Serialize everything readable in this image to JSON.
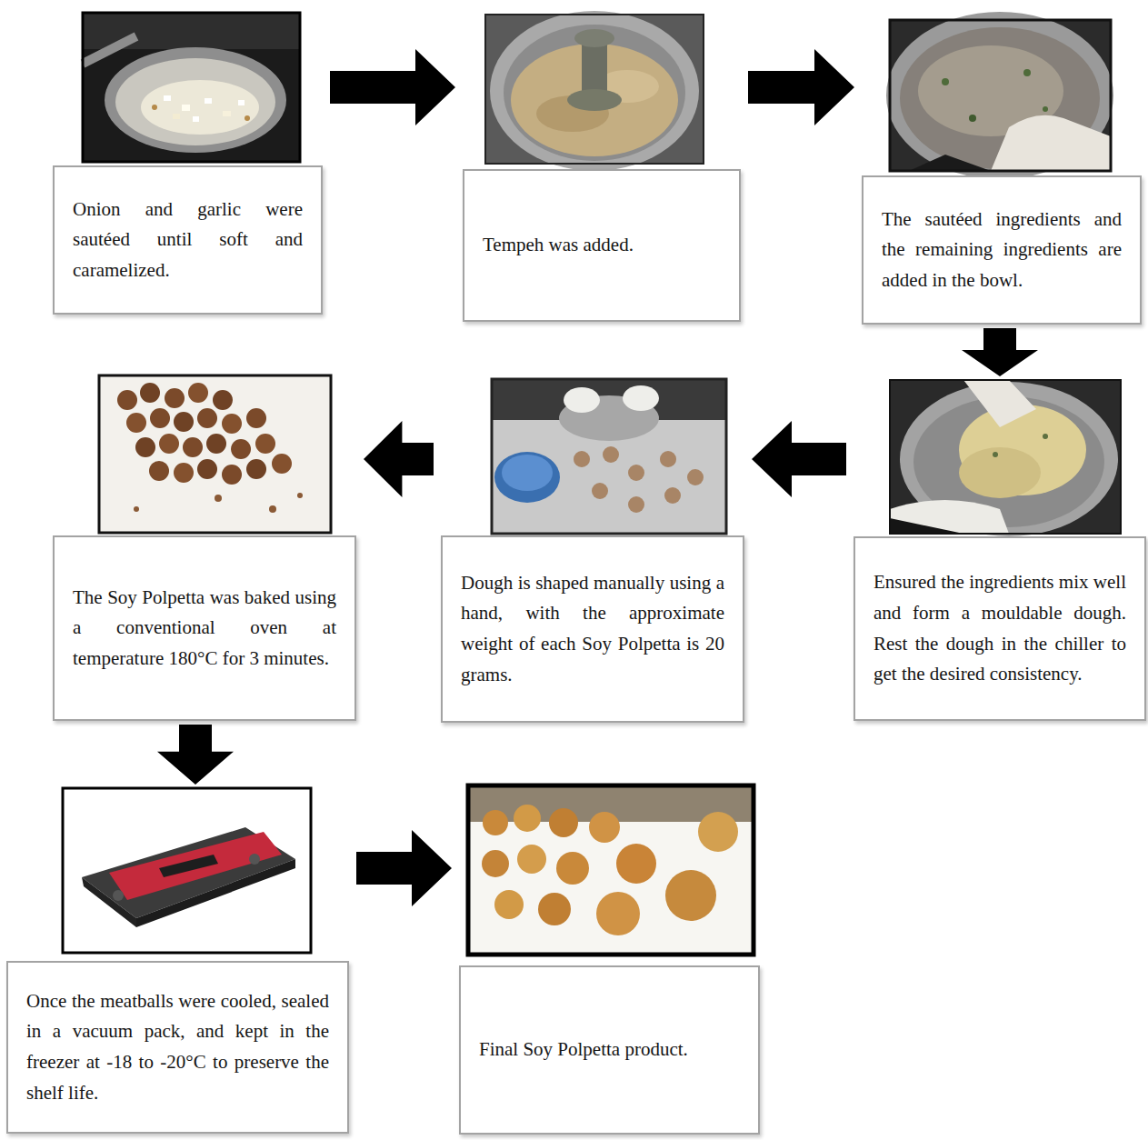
{
  "diagram": {
    "nodes": [
      {
        "text": [
          "Onion and garlic were sautéed until soft and caramelized."
        ]
      },
      {
        "text": [
          "Tempeh was added."
        ]
      },
      {
        "text": [
          "The sautéed ingredients and the remaining ingredients are added in the bowl."
        ]
      },
      {
        "text": [
          "Ensured the ingredients mix well and form a mouldable dough. Rest the dough in the chiller to get the desired consistency."
        ]
      },
      {
        "text": [
          "Dough is shaped manually using a hand, with the approximate weight of each Soy Polpetta is 20 grams."
        ]
      },
      {
        "text": [
          "The Soy Polpetta was baked using a conventional oven at temperature 180°C for 3 minutes."
        ]
      },
      {
        "text": [
          "Once the meatballs were cooled, sealed in a vacuum pack, and kept in the freezer at -18 to -20°C to preserve the shelf life."
        ]
      },
      {
        "text": [
          "Final Soy Polpetta product."
        ]
      }
    ],
    "edges": [
      {
        "from": 0,
        "to": 1,
        "arrow": "to"
      },
      {
        "from": 1,
        "to": 2,
        "arrow": "to"
      },
      {
        "from": 2,
        "to": 3,
        "arrow": "to"
      },
      {
        "from": 3,
        "to": 4,
        "arrow": "to"
      },
      {
        "from": 4,
        "to": 5,
        "arrow": "to"
      },
      {
        "from": 5,
        "to": 6,
        "arrow": "to"
      },
      {
        "from": 6,
        "to": 7,
        "arrow": "to"
      }
    ]
  }
}
